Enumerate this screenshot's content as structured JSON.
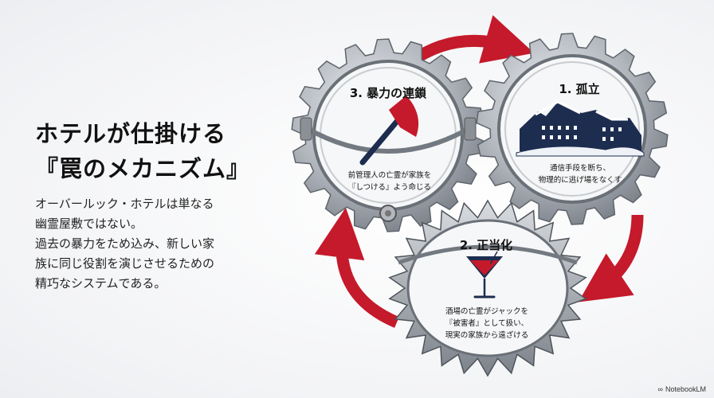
{
  "title": {
    "line1": "ホテルが仕掛ける",
    "line2": "『罠のメカニズム』"
  },
  "description": {
    "line1": "オーバールック・ホテルは単なる",
    "line2": "幽霊屋敷ではない。",
    "line3": "過去の暴力をため込み、新しい家",
    "line4": "族に同じ役割を演じさせるための",
    "line5": "精巧なシステムである。"
  },
  "stages": {
    "isolation": {
      "title": "1. 孤立",
      "text_line1": "通信手段を断ち、",
      "text_line2": "物理的に逃げ場をなくす",
      "icon": "snowy-hotel-icon"
    },
    "justification": {
      "title": "2. 正当化",
      "text_line1": "酒場の亡霊がジャックを",
      "text_line2": "『被害者』として扱い、",
      "text_line3": "現実の家族から遠ざける",
      "icon": "martini-glass-icon"
    },
    "violence": {
      "title": "3. 暴力の連鎖",
      "text_line1": "前管理人の亡霊が家族を",
      "text_line2": "『しつける』よう命じる",
      "icon": "axe-icon"
    }
  },
  "colors": {
    "arrow_red": "#c41a2b",
    "navy": "#1d2d50",
    "steel": "#9aa0a8"
  },
  "brand": {
    "logo": "∞",
    "name": "NotebookLM"
  }
}
